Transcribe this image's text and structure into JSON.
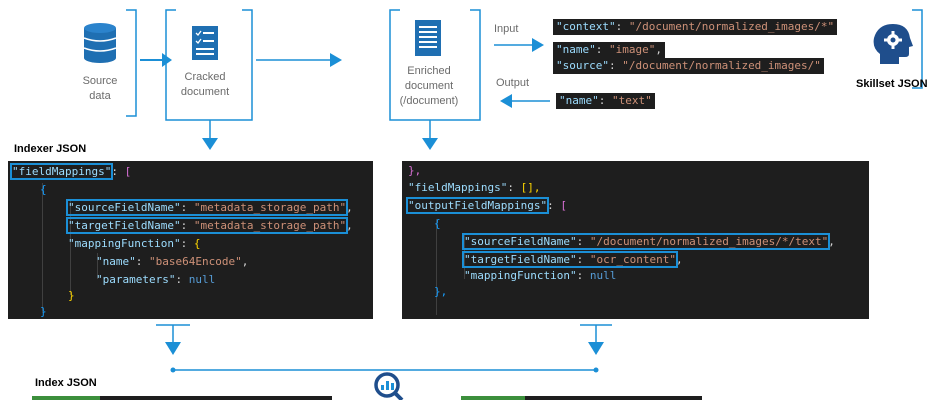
{
  "top_flow": {
    "source_label": [
      "Source",
      "data"
    ],
    "cracked_label": [
      "Cracked",
      "document"
    ],
    "enriched_label": [
      "Enriched",
      "document",
      "(/document)"
    ],
    "input_label": "Input",
    "output_label": "Output",
    "skillset_label": "Skillset JSON",
    "input_context": {
      "key": "\"context\"",
      "sep": ": ",
      "value": "\"/document/normalized_images/*\""
    },
    "input_name": {
      "key": "\"name\"",
      "sep": ": ",
      "value": "\"image\"",
      "trail": ","
    },
    "input_source": {
      "key": "\"source\"",
      "sep": ": ",
      "value": "\"/document/normalized_images/\""
    },
    "output_name": {
      "key": "\"name\"",
      "sep": ": ",
      "value": "\"text\""
    }
  },
  "indexer": {
    "title": "Indexer JSON",
    "field_mappings_key": "\"fieldMappings\"",
    "colon": ": ",
    "open_bracket": "[",
    "open_brace": "{",
    "source_field_key": "\"sourceFieldName\"",
    "source_field_value": "\"metadata_storage_path\"",
    "target_field_key": "\"targetFieldName\"",
    "target_field_value": "\"metadata_storage_path\"",
    "mapping_function_key": "\"mappingFunction\"",
    "name_key": "\"name\"",
    "name_value": "\"base64Encode\"",
    "parameters_key": "\"parameters\"",
    "parameters_value": "null",
    "close_inner_brace": "}",
    "close_brace": "}"
  },
  "output_code": {
    "closing_brace": "},",
    "field_mappings_key": "\"fieldMappings\"",
    "field_mappings_value": "[],",
    "output_field_mappings_key": "\"outputFieldMappings\"",
    "colon": ": ",
    "open_bracket": "[",
    "open_brace": "{",
    "source_field_key": "\"sourceFieldName\"",
    "source_field_value": "\"/document/normalized_images/*/text\"",
    "target_field_key": "\"targetFieldName\"",
    "target_field_value": "\"ocr_content\"",
    "mapping_function_key": "\"mappingFunction\"",
    "mapping_function_value": "null",
    "close_brace": "},"
  },
  "index": {
    "title": "Index JSON"
  },
  "colors": {
    "accent": "#1b8fd6",
    "icon_blue": "#1f6fb2",
    "code_bg": "#1e1e1e"
  }
}
